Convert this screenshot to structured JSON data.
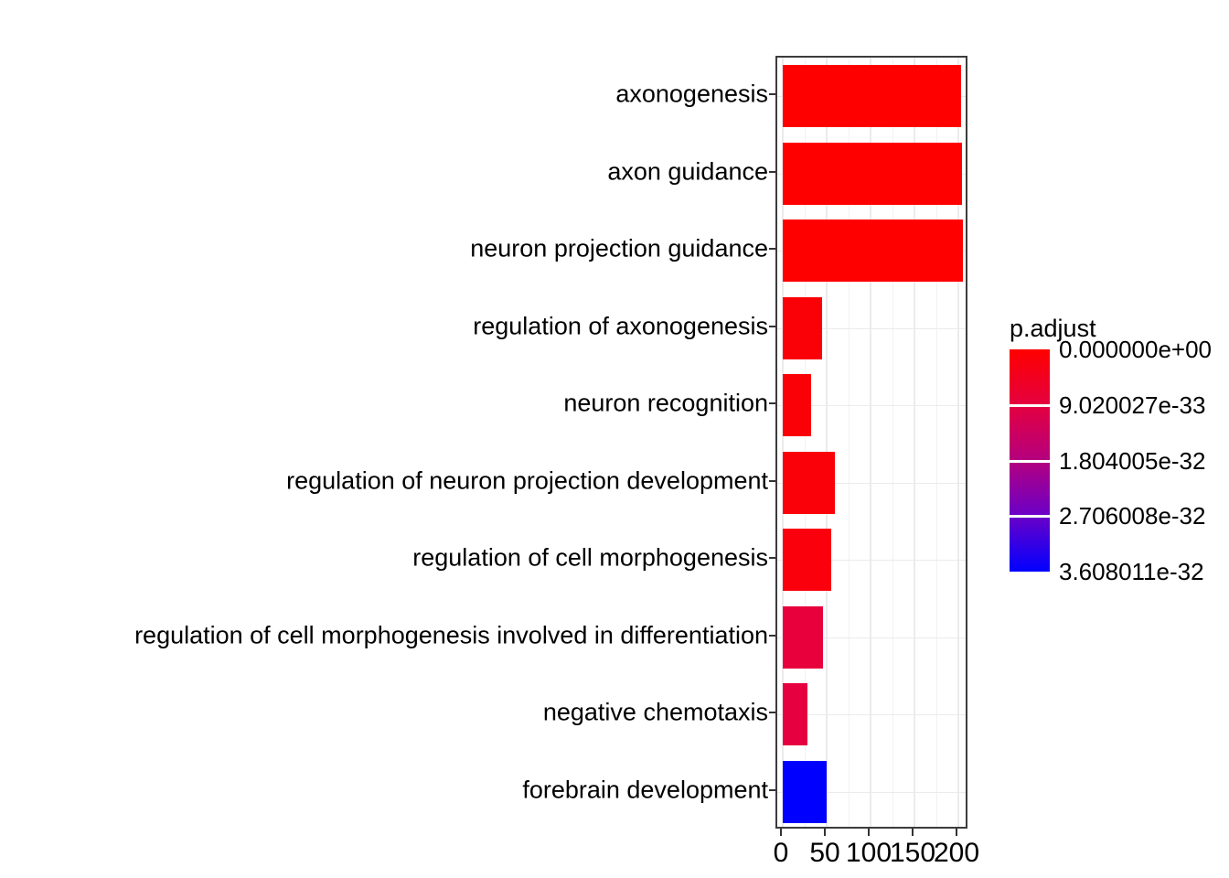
{
  "chart_data": {
    "type": "bar",
    "orientation": "horizontal",
    "title": "",
    "xlabel": "",
    "ylabel": "",
    "xlim": [
      0,
      213
    ],
    "xticks": [
      0,
      50,
      100,
      150,
      200
    ],
    "xtick_labels": [
      "0",
      "50",
      "100",
      "150",
      "200"
    ],
    "grid": true,
    "categories": [
      "axonogenesis",
      "axon guidance",
      "neuron projection guidance",
      "regulation of axonogenesis",
      "neuron recognition",
      "regulation of neuron projection development",
      "regulation of cell morphogenesis",
      "regulation of cell morphogenesis involved in differentiation",
      "negative chemotaxis",
      "forebrain development"
    ],
    "values": [
      203,
      204,
      205,
      45,
      32,
      59,
      55,
      46,
      28,
      50
    ],
    "bar_colors": [
      "#ff0000",
      "#ff0000",
      "#ff0000",
      "#fa0007",
      "#fa0007",
      "#fa0009",
      "#fa000c",
      "#e8003c",
      "#e60040",
      "#0000ff"
    ],
    "color_values": [
      0.0,
      0.0,
      0.0,
      1.5e-34,
      2e-34,
      2.5e-34,
      3e-34,
      7.5e-33,
      8e-33,
      3.608011e-32
    ],
    "legend": {
      "title": "p.adjust",
      "position": "right",
      "type": "continuous-colorbar",
      "tick_labels": [
        "0.000000e+00",
        "9.020027e-33",
        "1.804005e-32",
        "2.706008e-32",
        "3.608011e-32"
      ],
      "tick_values": [
        0.0,
        9.020027e-33,
        1.804005e-32,
        2.706008e-32,
        3.608011e-32
      ],
      "color_low": "#ff0000",
      "color_high": "#0000ff"
    }
  }
}
